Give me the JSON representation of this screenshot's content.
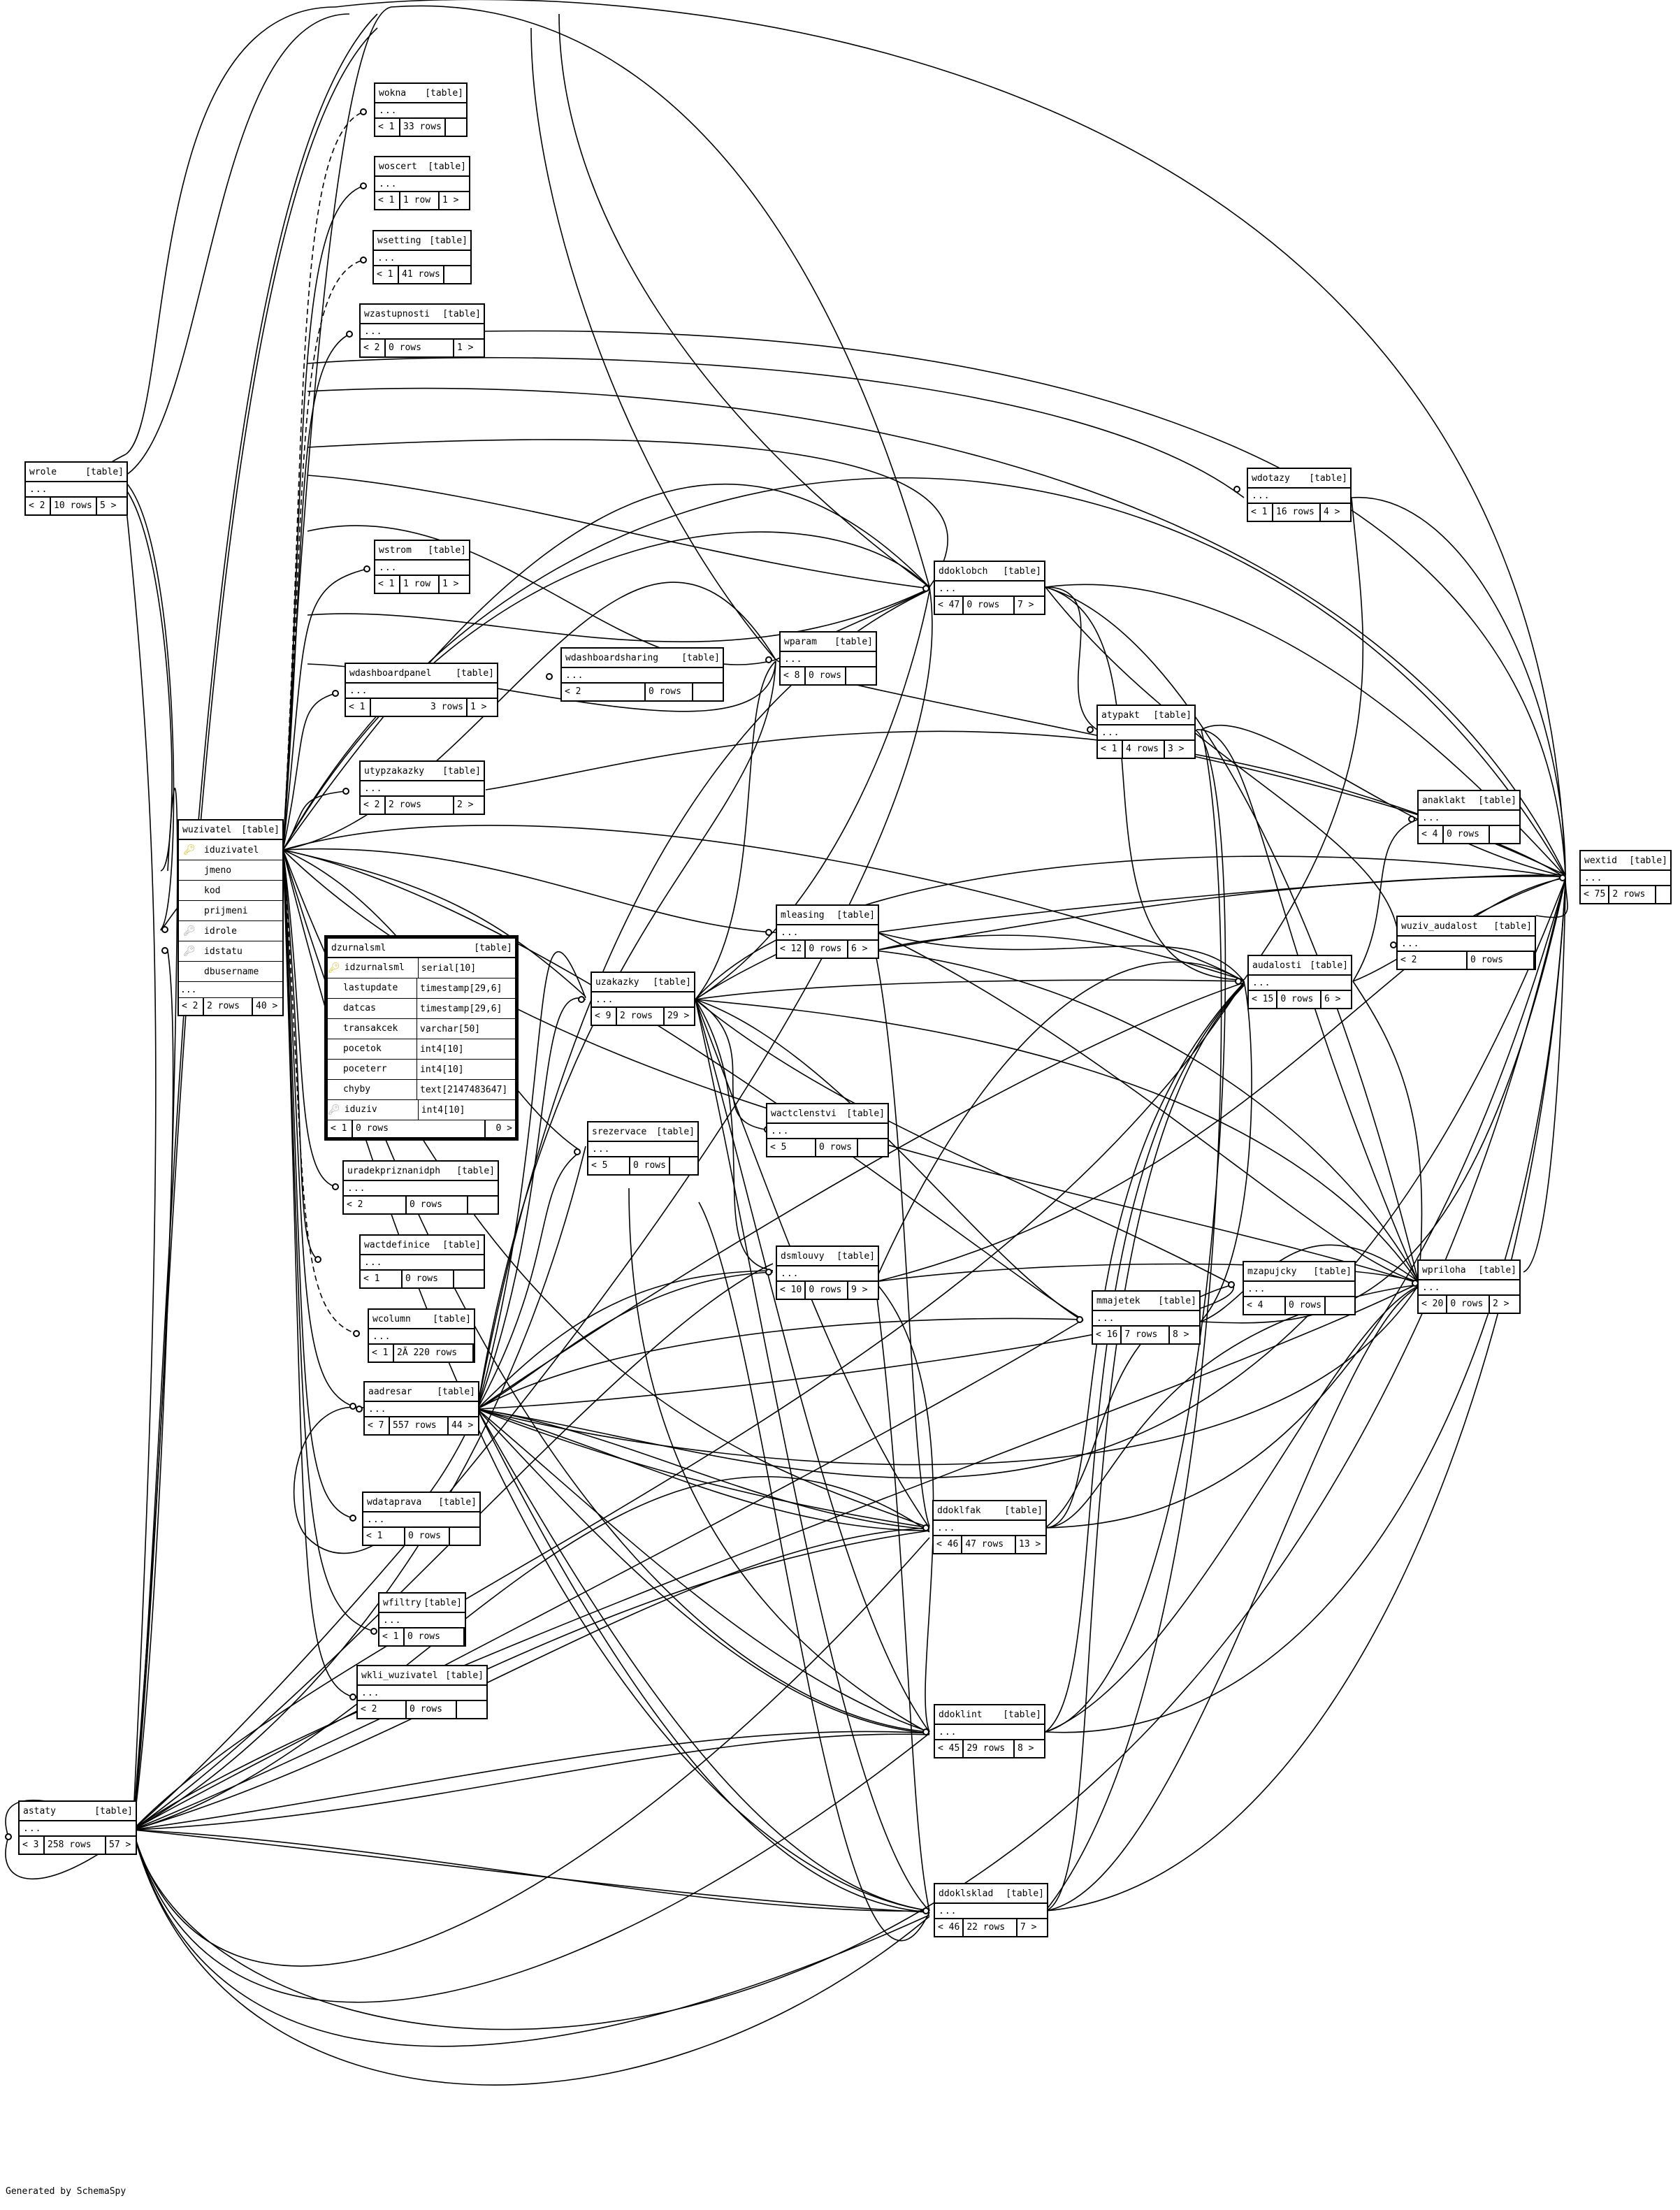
{
  "footer": "Generated by SchemaSpy",
  "colors": {
    "line": "#000000",
    "pk_icon": "#d4b400",
    "fk_icon": "#9a9a9a"
  },
  "table_type": "[table]",
  "tables": {
    "wokna": {
      "name": "wokna",
      "type": "[table]",
      "ellipsis": "...",
      "parents": "< 1",
      "rows": "33 rows",
      "children": ""
    },
    "woscert": {
      "name": "woscert",
      "type": "[table]",
      "ellipsis": "...",
      "parents": "< 1",
      "rows": "1 row",
      "children": "1 >"
    },
    "wsetting": {
      "name": "wsetting",
      "type": "[table]",
      "ellipsis": "...",
      "parents": "< 1",
      "rows": "41 rows",
      "children": ""
    },
    "wzastupnosti": {
      "name": "wzastupnosti",
      "type": "[table]",
      "ellipsis": "...",
      "parents": "< 2",
      "rows": "0 rows",
      "children": "1 >"
    },
    "wrole": {
      "name": "wrole",
      "type": "[table]",
      "ellipsis": "...",
      "parents": "< 2",
      "rows": "10 rows",
      "children": "5 >"
    },
    "wdotazy": {
      "name": "wdotazy",
      "type": "[table]",
      "ellipsis": "...",
      "parents": "< 1",
      "rows": "16 rows",
      "children": "4 >"
    },
    "wstrom": {
      "name": "wstrom",
      "type": "[table]",
      "ellipsis": "...",
      "parents": "< 1",
      "rows": "1 row",
      "children": "1 >"
    },
    "ddoklobch": {
      "name": "ddoklobch",
      "type": "[table]",
      "ellipsis": "...",
      "parents": "< 47",
      "rows": "0 rows",
      "children": "7 >"
    },
    "wparam": {
      "name": "wparam",
      "type": "[table]",
      "ellipsis": "...",
      "parents": "< 8",
      "rows": "0 rows",
      "children": ""
    },
    "wdashboardpanel": {
      "name": "wdashboardpanel",
      "type": "[table]",
      "ellipsis": "...",
      "parents": "< 1",
      "rows": "3 rows",
      "children": "1 >"
    },
    "wdashboardsharing": {
      "name": "wdashboardsharing",
      "type": "[table]",
      "ellipsis": "...",
      "parents": "< 2",
      "rows": "0 rows",
      "children": ""
    },
    "atypakt": {
      "name": "atypakt",
      "type": "[table]",
      "ellipsis": "...",
      "parents": "< 1",
      "rows": "4 rows",
      "children": "3 >"
    },
    "utypzakazky": {
      "name": "utypzakazky",
      "type": "[table]",
      "ellipsis": "...",
      "parents": "< 2",
      "rows": "2 rows",
      "children": "2 >"
    },
    "anaklakt": {
      "name": "anaklakt",
      "type": "[table]",
      "ellipsis": "...",
      "parents": "< 4",
      "rows": "0 rows",
      "children": ""
    },
    "wextid": {
      "name": "wextid",
      "type": "[table]",
      "ellipsis": "...",
      "parents": "< 75",
      "rows": "2 rows",
      "children": ""
    },
    "mleasing": {
      "name": "mleasing",
      "type": "[table]",
      "ellipsis": "...",
      "parents": "< 12",
      "rows": "0 rows",
      "children": "6 >"
    },
    "wuziv_audalost": {
      "name": "wuziv_audalost",
      "type": "[table]",
      "ellipsis": "...",
      "parents": "< 2",
      "rows": "0 rows",
      "children": ""
    },
    "uzakazky": {
      "name": "uzakazky",
      "type": "[table]",
      "ellipsis": "...",
      "parents": "< 9",
      "rows": "2 rows",
      "children": "29 >"
    },
    "audalosti": {
      "name": "audalosti",
      "type": "[table]",
      "ellipsis": "...",
      "parents": "< 15",
      "rows": "0 rows",
      "children": "6 >"
    },
    "wactclenstvi": {
      "name": "wactclenstvi",
      "type": "[table]",
      "ellipsis": "...",
      "parents": "< 5",
      "rows": "0 rows",
      "children": ""
    },
    "srezervace": {
      "name": "srezervace",
      "type": "[table]",
      "ellipsis": "...",
      "parents": "< 5",
      "rows": "0 rows",
      "children": ""
    },
    "uradekpriznanidph": {
      "name": "uradekpriznanidph",
      "type": "[table]",
      "ellipsis": "...",
      "parents": "< 2",
      "rows": "0 rows",
      "children": ""
    },
    "wactdefinice": {
      "name": "wactdefinice",
      "type": "[table]",
      "ellipsis": "...",
      "parents": "< 1",
      "rows": "0 rows",
      "children": ""
    },
    "dsmlouvy": {
      "name": "dsmlouvy",
      "type": "[table]",
      "ellipsis": "...",
      "parents": "< 10",
      "rows": "0 rows",
      "children": "9 >"
    },
    "mzapujcky": {
      "name": "mzapujcky",
      "type": "[table]",
      "ellipsis": "...",
      "parents": "< 4",
      "rows": "0 rows",
      "children": ""
    },
    "wpriloha": {
      "name": "wpriloha",
      "type": "[table]",
      "ellipsis": "...",
      "parents": "< 20",
      "rows": "0 rows",
      "children": "2 >"
    },
    "mmajetek": {
      "name": "mmajetek",
      "type": "[table]",
      "ellipsis": "...",
      "parents": "< 16",
      "rows": "7 rows",
      "children": "8 >"
    },
    "wcolumn": {
      "name": "wcolumn",
      "type": "[table]",
      "ellipsis": "...",
      "parents": "< 1",
      "rows": "2Ã 220 rows",
      "children": ""
    },
    "aadresar": {
      "name": "aadresar",
      "type": "[table]",
      "ellipsis": "...",
      "parents": "< 7",
      "rows": "557 rows",
      "children": "44 >"
    },
    "wdataprava": {
      "name": "wdataprava",
      "type": "[table]",
      "ellipsis": "...",
      "parents": "< 1",
      "rows": "0 rows",
      "children": ""
    },
    "ddoklfak": {
      "name": "ddoklfak",
      "type": "[table]",
      "ellipsis": "...",
      "parents": "< 46",
      "rows": "47 rows",
      "children": "13 >"
    },
    "wfiltry": {
      "name": "wfiltry",
      "type": "[table]",
      "ellipsis": "...",
      "parents": "< 1",
      "rows": "0 rows",
      "children": ""
    },
    "wkli_wuzivatel": {
      "name": "wkli_wuzivatel",
      "type": "[table]",
      "ellipsis": "...",
      "parents": "< 2",
      "rows": "0 rows",
      "children": ""
    },
    "ddoklint": {
      "name": "ddoklint",
      "type": "[table]",
      "ellipsis": "...",
      "parents": "< 45",
      "rows": "29 rows",
      "children": "8 >"
    },
    "astaty": {
      "name": "astaty",
      "type": "[table]",
      "ellipsis": "...",
      "parents": "< 3",
      "rows": "258 rows",
      "children": "57 >"
    },
    "ddoklsklad": {
      "name": "ddoklsklad",
      "type": "[table]",
      "ellipsis": "...",
      "parents": "< 46",
      "rows": "22 rows",
      "children": "7 >"
    }
  },
  "wuzivatel": {
    "name": "wuzivatel",
    "type": "[table]",
    "columns": [
      {
        "name": "iduzivatel",
        "key": "pk"
      },
      {
        "name": "jmeno",
        "key": ""
      },
      {
        "name": "kod",
        "key": ""
      },
      {
        "name": "prijmeni",
        "key": ""
      },
      {
        "name": "idrole",
        "key": "fk"
      },
      {
        "name": "idstatu",
        "key": "fk"
      },
      {
        "name": "dbusername",
        "key": ""
      },
      {
        "name": "...",
        "key": ""
      }
    ],
    "parents": "< 2",
    "rows": "2 rows",
    "children": "40 >"
  },
  "dzurnalsml": {
    "name": "dzurnalsml",
    "type": "[table]",
    "columns": [
      {
        "name": "idzurnalsml",
        "type": "serial[10]",
        "key": "pk"
      },
      {
        "name": "lastupdate",
        "type": "timestamp[29,6]",
        "key": ""
      },
      {
        "name": "datcas",
        "type": "timestamp[29,6]",
        "key": ""
      },
      {
        "name": "transakcek",
        "type": "varchar[50]",
        "key": ""
      },
      {
        "name": "pocetok",
        "type": "int4[10]",
        "key": ""
      },
      {
        "name": "poceterr",
        "type": "int4[10]",
        "key": ""
      },
      {
        "name": "chyby",
        "type": "text[2147483647]",
        "key": ""
      },
      {
        "name": "iduziv",
        "type": "int4[10]",
        "key": "fk"
      }
    ],
    "parents": "< 1",
    "rows": "0 rows",
    "children": "0 >"
  }
}
